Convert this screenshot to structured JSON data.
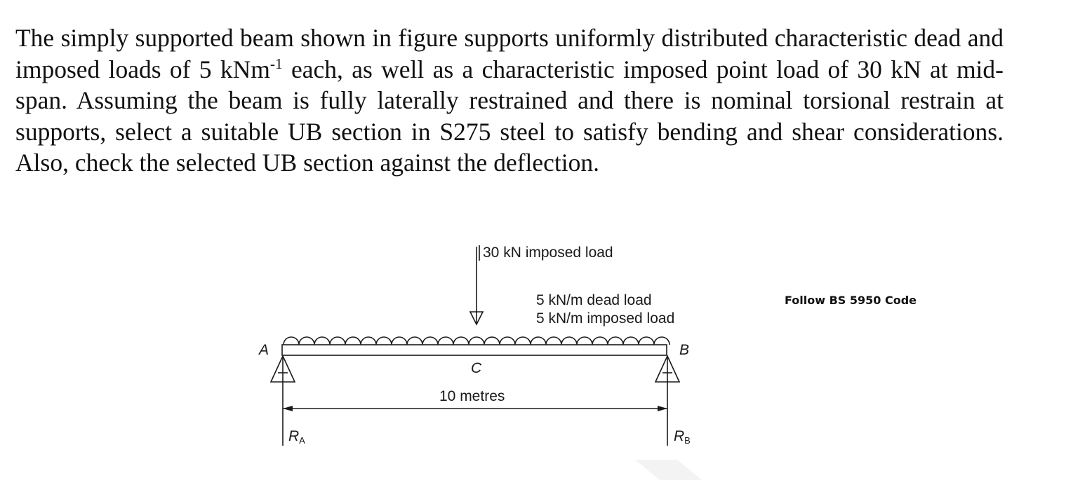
{
  "problem": {
    "text_part1": "The simply supported beam shown in figure supports uniformly distributed characteristic dead and imposed loads of 5 kNm",
    "exponent": "-1",
    "text_part2": " each, as well as a characteristic imposed point load of 30 kN at mid-span. Assuming the beam is fully laterally restrained and there is nominal torsional restrain at supports, select a suitable UB section in S275 steel to satisfy bending and shear considerations. Also, check the selected UB section against the deflection."
  },
  "note": "Follow BS 5950 Code",
  "diagram": {
    "point_load_label": "30 kN imposed load",
    "udl_dead_label": "5 kN/m dead load",
    "udl_imposed_label": "5 kN/m imposed load",
    "support_a_label": "A",
    "support_b_label": "B",
    "midspan_label": "C",
    "span_label": "10 metres",
    "reaction_a_main": "R",
    "reaction_a_sub": "A",
    "reaction_b_main": "R",
    "reaction_b_sub": "B"
  }
}
